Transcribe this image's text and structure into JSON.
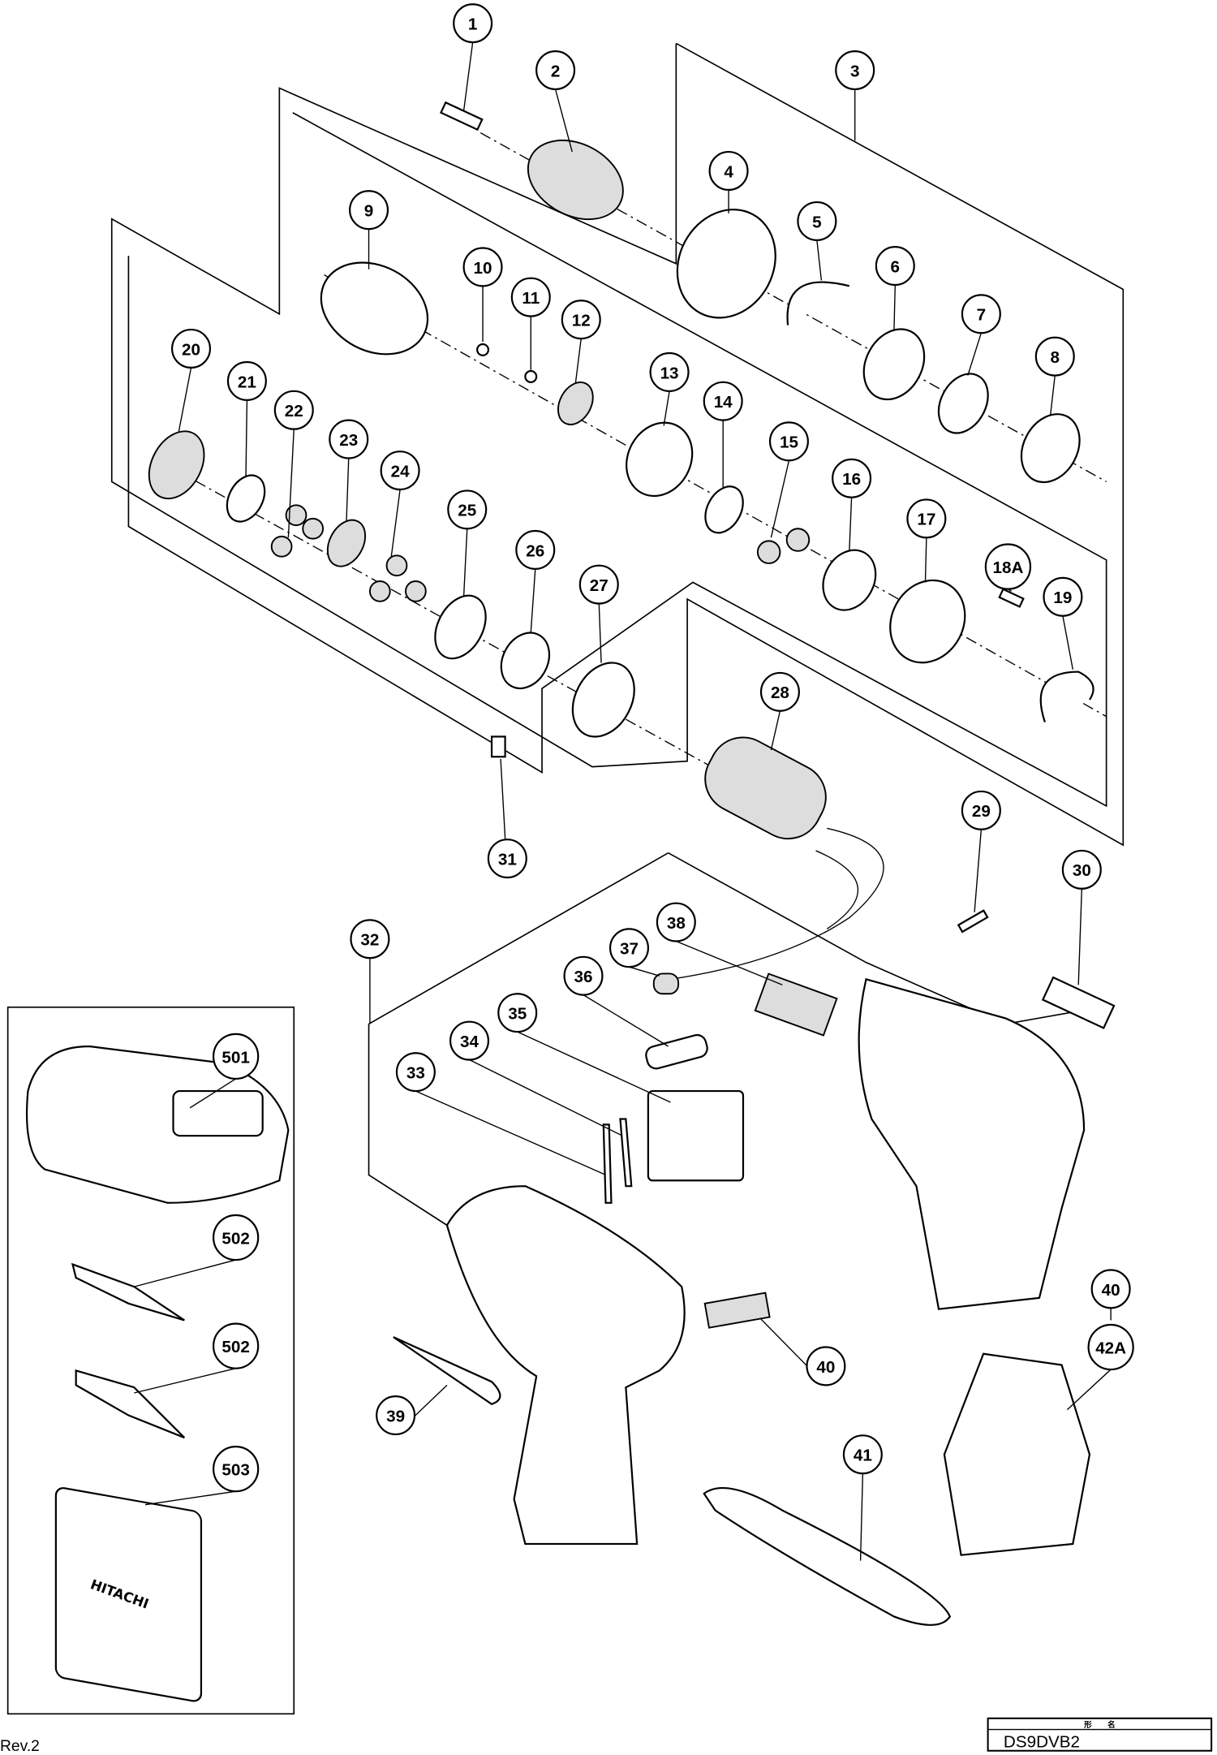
{
  "model_box": {
    "header": "形　　名",
    "model": "DS9DVB2"
  },
  "revision": "Rev.2",
  "case_logo": "HITACHI",
  "callouts": [
    "1",
    "2",
    "3",
    "4",
    "5",
    "6",
    "7",
    "8",
    "9",
    "10",
    "11",
    "12",
    "13",
    "14",
    "15",
    "16",
    "17",
    "18A",
    "19",
    "20",
    "21",
    "22",
    "23",
    "24",
    "25",
    "26",
    "27",
    "28",
    "29",
    "30",
    "31",
    "32",
    "33",
    "34",
    "35",
    "36",
    "37",
    "38",
    "39",
    "40",
    "40",
    "42A",
    "41",
    "501",
    "502",
    "502",
    "503"
  ]
}
